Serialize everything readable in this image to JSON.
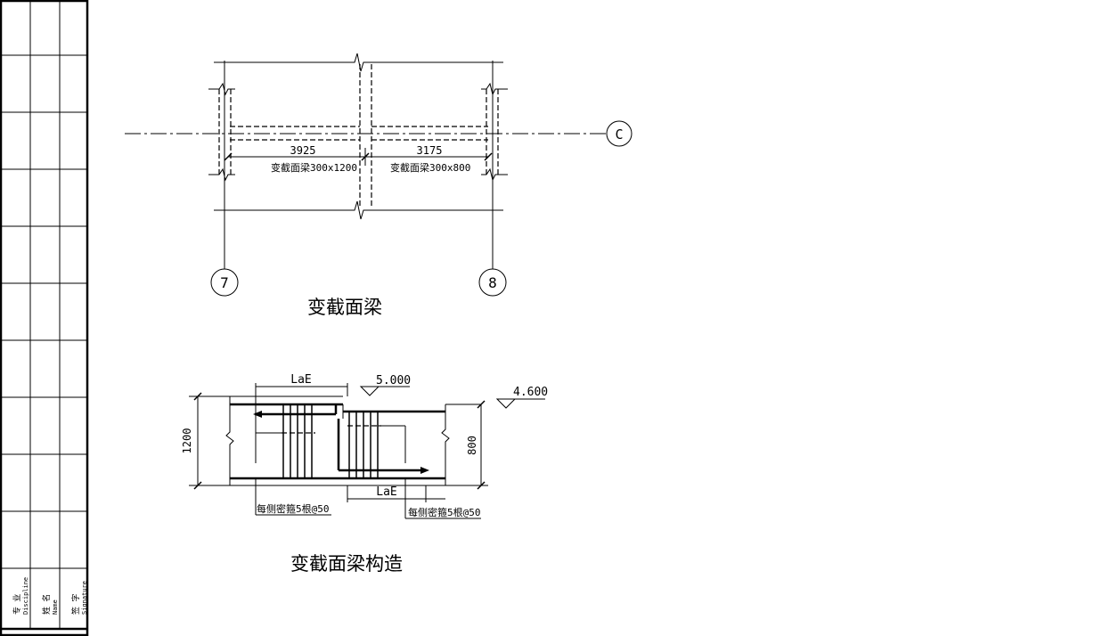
{
  "title_block": {
    "discipline_cn": "专 业",
    "discipline_en": "Discipline",
    "name_cn": "姓 名",
    "name_en": "Name",
    "signature_cn": "签 字",
    "signature_en": "Signature"
  },
  "plan": {
    "grid_axis_c": "C",
    "grid_axis_7": "7",
    "grid_axis_8": "8",
    "span_left": "3925",
    "span_right": "3175",
    "beam_left_label": "变截面梁300x1200",
    "beam_right_label": "变截面梁300x800",
    "title": "变截面梁"
  },
  "section": {
    "lae_top": "LaE",
    "lae_bottom": "LaE",
    "elev_left": "5.000",
    "elev_right": "4.600",
    "height_left": "1200",
    "height_right": "800",
    "stirrup_note_left": "每侧密箍5根@50",
    "stirrup_note_right": "每侧密箍5根@50",
    "title": "变截面梁构造"
  }
}
